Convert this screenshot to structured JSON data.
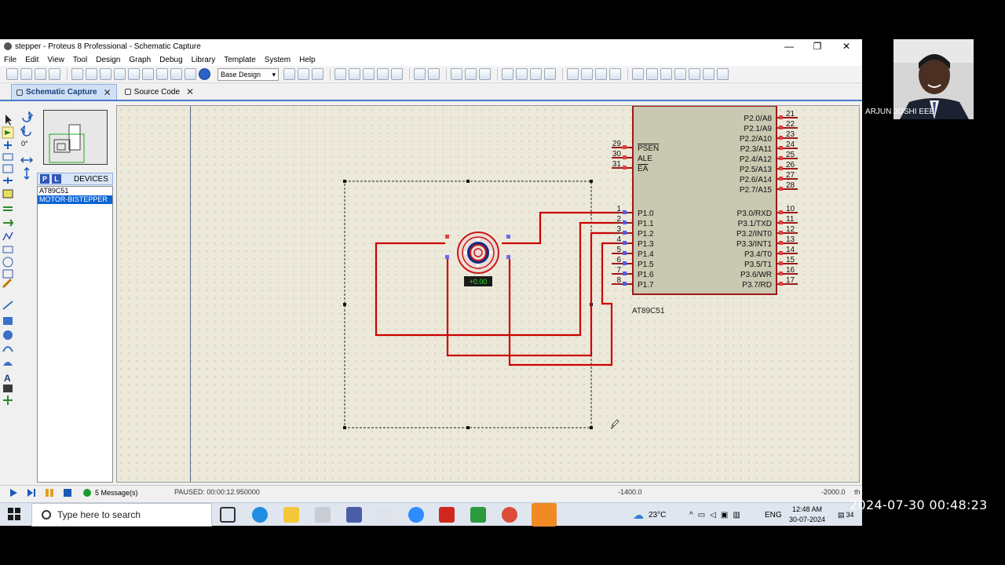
{
  "window": {
    "title": "stepper - Proteus 8 Professional - Schematic Capture",
    "controls": [
      "—",
      "❐",
      "✕"
    ]
  },
  "menu": [
    "File",
    "Edit",
    "View",
    "Tool",
    "Design",
    "Graph",
    "Debug",
    "Library",
    "Template",
    "System",
    "Help"
  ],
  "toolbar": {
    "layer_select": "Base Design"
  },
  "tabs": [
    {
      "label": "Schematic Capture",
      "active": true
    },
    {
      "label": "Source Code",
      "active": false
    }
  ],
  "left_panel": {
    "rotation": "0°",
    "picker_modes": [
      "P",
      "L"
    ],
    "devices_title": "DEVICES",
    "devices": [
      "AT89C51",
      "MOTOR-BISTEPPER"
    ],
    "selected_device": "MOTOR-BISTEPPER"
  },
  "schematic": {
    "mcu": {
      "ref": "AT89C51",
      "left_top_pins": [
        {
          "num": "29",
          "name": "PSEN"
        },
        {
          "num": "30",
          "name": "ALE"
        },
        {
          "num": "31",
          "name": "EA"
        }
      ],
      "left_pins": [
        {
          "num": "1",
          "name": "P1.0"
        },
        {
          "num": "2",
          "name": "P1.1"
        },
        {
          "num": "3",
          "name": "P1.2"
        },
        {
          "num": "4",
          "name": "P1.3"
        },
        {
          "num": "5",
          "name": "P1.4"
        },
        {
          "num": "6",
          "name": "P1.5"
        },
        {
          "num": "7",
          "name": "P1.6"
        },
        {
          "num": "8",
          "name": "P1.7"
        }
      ],
      "right_top_pins": [
        {
          "num": "21",
          "name": "P2.0/A8"
        },
        {
          "num": "22",
          "name": "P2.1/A9"
        },
        {
          "num": "23",
          "name": "P2.2/A10"
        },
        {
          "num": "24",
          "name": "P2.3/A11"
        },
        {
          "num": "25",
          "name": "P2.4/A12"
        },
        {
          "num": "26",
          "name": "P2.5/A13"
        },
        {
          "num": "27",
          "name": "P2.6/A14"
        },
        {
          "num": "28",
          "name": "P2.7/A15"
        }
      ],
      "right_pins": [
        {
          "num": "10",
          "name": "P3.0/RXD"
        },
        {
          "num": "11",
          "name": "P3.1/TXD"
        },
        {
          "num": "12",
          "name": "P3.2/INT0"
        },
        {
          "num": "13",
          "name": "P3.3/INT1"
        },
        {
          "num": "14",
          "name": "P3.4/T0"
        },
        {
          "num": "15",
          "name": "P3.5/T1"
        },
        {
          "num": "16",
          "name": "P3.6/WR"
        },
        {
          "num": "17",
          "name": "P3.7/RD"
        }
      ]
    },
    "motor": {
      "readout": "+0.00"
    }
  },
  "status": {
    "messages": "5 Message(s)",
    "state": "PAUSED: 00:00:12.950000",
    "coord_x": "-1400.0",
    "coord_y": "-2000.0",
    "unit": "th"
  },
  "taskbar": {
    "search_placeholder": "Type here to search",
    "weather": "23°C",
    "language": "ENG",
    "time": "12:48 AM",
    "date": "30-07-2024",
    "notifications": "34"
  },
  "overlay": {
    "presenter_name": "ARJUN JOSHI EEE",
    "timestamp": "2024-07-30 00:48:23"
  },
  "colors": {
    "wire": "#cc0000",
    "component_outline": "#a01818",
    "component_fill": "#c9c8b0",
    "canvas": "#ece9da",
    "selection": "#0a64d6"
  }
}
